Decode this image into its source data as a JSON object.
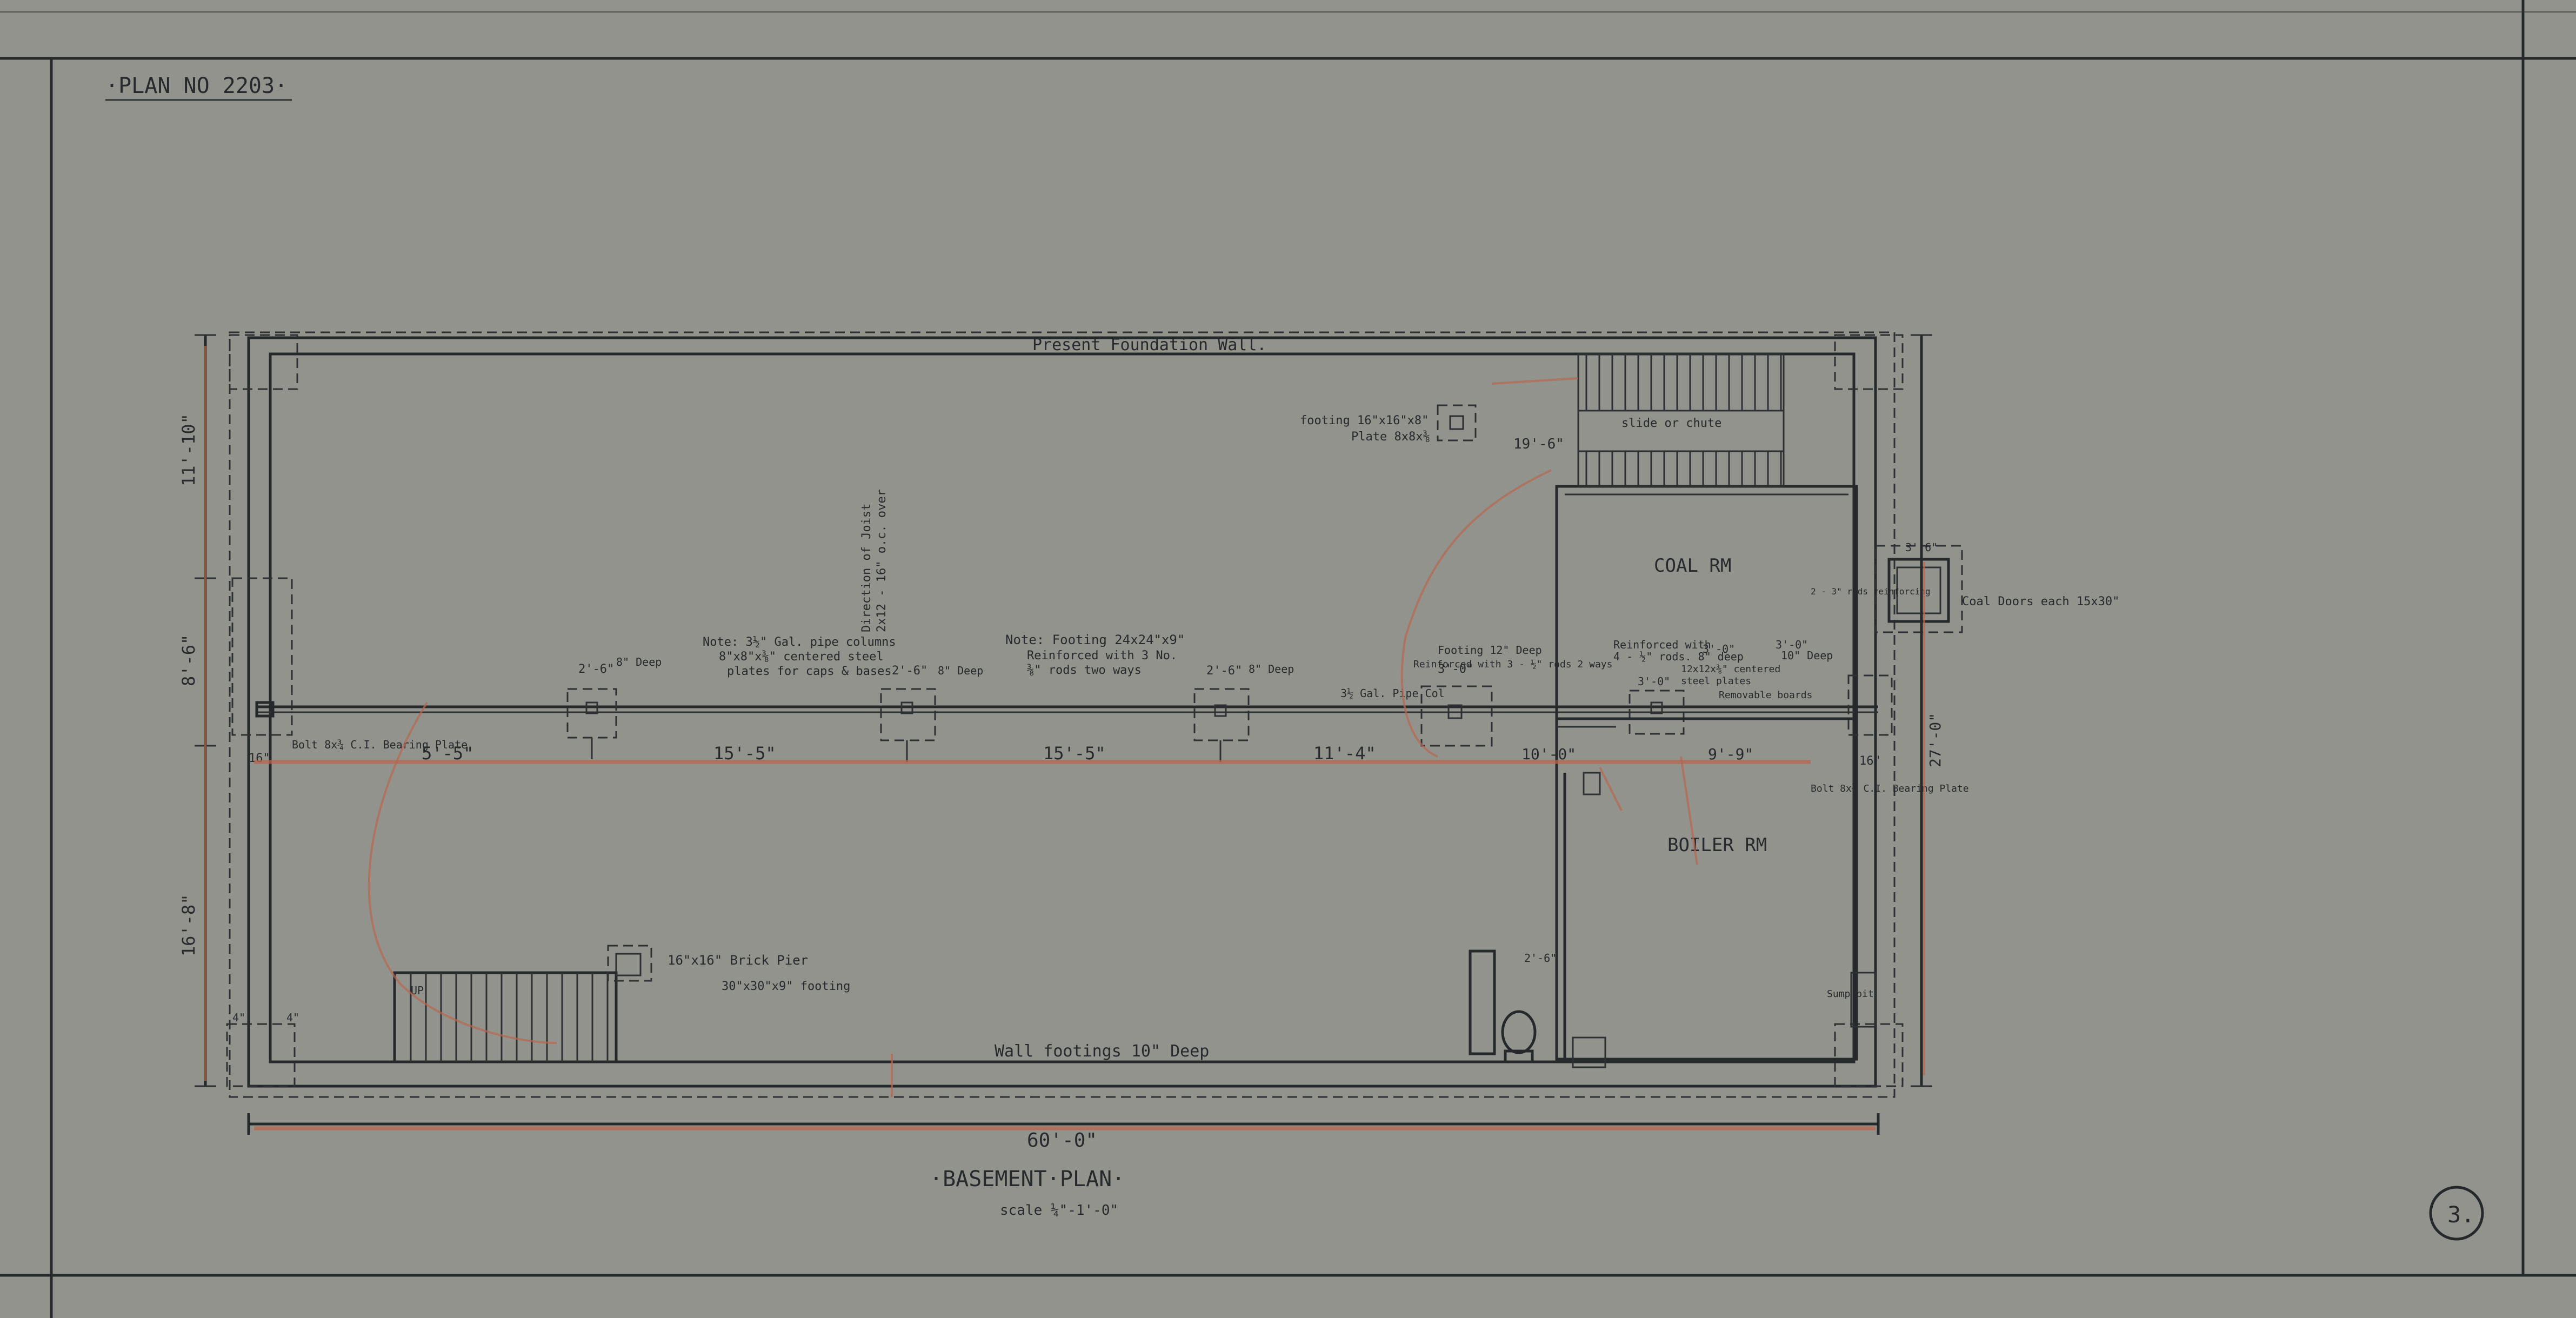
{
  "sheet": {
    "plan_number": "·PLAN NO 2203·",
    "sheet_number": "3."
  },
  "title_block": {
    "title": "·BASEMENT·PLAN·",
    "scale": "scale ¼\"-1'-0\""
  },
  "rooms": {
    "coal": "COAL RM",
    "boiler": "BOILER RM"
  },
  "notes": {
    "present_wall": "Present Foundation Wall.",
    "wall_footings": "Wall footings 10\" Deep",
    "columns": [
      "Note: 3½\" Gal. pipe columns",
      "8\"x8\"x⅜\" centered steel",
      "plates for caps & bases"
    ],
    "footing": [
      "Note: Footing 24x24\"x9\"",
      "Reinforced with 3 No.",
      "⅜\" rods two ways"
    ],
    "joists": [
      "Direction of Joist",
      "2x12 - 16\" o.c. over"
    ],
    "footing_12": [
      "Footing 12\" Deep",
      "Reinforced with 3 - ½\" rods 2 ways"
    ],
    "reinforced": [
      "Reinforced with",
      "4 - ½\" rods. 8\" deep",
      "12x12x⅜\" centered",
      "steel plates"
    ],
    "removable": "Removable boards",
    "footing_plate": [
      "footing 16\"x16\"x8\"",
      "Plate 8x8x⅜"
    ],
    "slide": "slide or chute",
    "coal_doors": "Coal Doors each 15x30\"",
    "coal_detail": "2 - 3\" rods reinforcing",
    "brick_pier": "16\"x16\" Brick Pier",
    "pier_footing": "30\"x30\"x9\" footing",
    "bearing_left": "Bolt 8x¾ C.I. Bearing Plate",
    "bearing_right": "Bolt 8x¾ C.I. Bearing Plate",
    "pipe_col": "3½ Gal. Pipe Col",
    "depth_10": "10\" Deep",
    "sump": "Sump pit",
    "up": "UP",
    "deep": "8\" Deep"
  },
  "dimensions": {
    "overall": "60'-0\"",
    "left_top": "11'-10\"",
    "left_mid": "8'-6\"",
    "left_bot": "16'-8\"",
    "spans": [
      "5'-5\"",
      "15'-5\"",
      "15'-5\"",
      "11'-4\"",
      "10'-0\"",
      "9'-9\""
    ],
    "right_overall": "27'-0\"",
    "stair_width": "19'-6\"",
    "footing_sizes": [
      "2'-6\"",
      "2'-6\"",
      "2'-6\"",
      "3'-0\"",
      "3'-0\"",
      "3'-0\""
    ],
    "coal_door_w": "3'-6\"",
    "small": [
      "16\"",
      "16\"",
      "4\"",
      "4\"",
      "3'-0\"",
      "2'-6\""
    ]
  },
  "colors": {
    "paper": "#8f918a",
    "ink": "#26292b",
    "redline": "#b8664f"
  }
}
